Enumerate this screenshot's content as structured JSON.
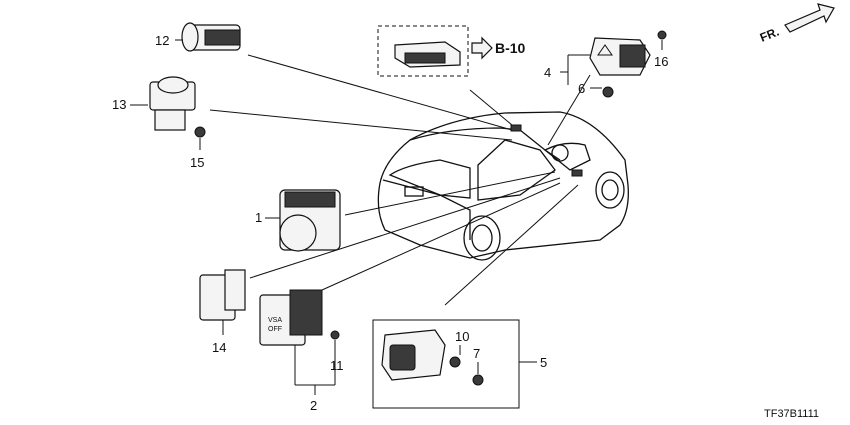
{
  "diagram": {
    "direction_label": "FR.",
    "reference_label": "B-10",
    "diagram_code": "TF37B1111",
    "vsa_switch_text": [
      "VSA",
      "OFF"
    ],
    "callouts": [
      "1",
      "2",
      "4",
      "5",
      "6",
      "7",
      "10",
      "11",
      "12",
      "13",
      "14",
      "15",
      "16"
    ]
  }
}
